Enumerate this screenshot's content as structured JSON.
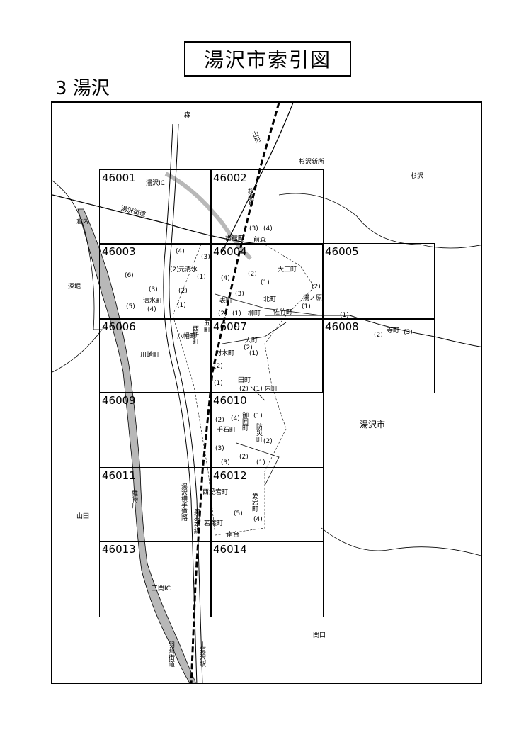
{
  "title": "湯沢市索引図",
  "subtitle": "3 湯沢",
  "cells": [
    {
      "id": "46001"
    },
    {
      "id": "46002"
    },
    {
      "id": "46003"
    },
    {
      "id": "46004"
    },
    {
      "id": "46005"
    },
    {
      "id": "46006"
    },
    {
      "id": "46007"
    },
    {
      "id": "46008"
    },
    {
      "id": "46009"
    },
    {
      "id": "46010"
    },
    {
      "id": "46011"
    },
    {
      "id": "46012"
    },
    {
      "id": "46013"
    },
    {
      "id": "46014"
    }
  ],
  "places": {
    "mori": "森",
    "yuzawa_ic": "湯沢IC",
    "sugisawa_shinsho": "杉沢新所",
    "sugisawa": "杉沢",
    "kurauchi": "倉内",
    "fukahori": "深堀",
    "yuzawa_kaido": "湯沢街道",
    "motoshimizu": "元清水",
    "shimizumachi": "清水町",
    "ootakumachi": "大工町",
    "yunohara": "湯ノ原",
    "omotemachi": "表町",
    "yanagimachi": "柳町",
    "kitamachi": "北町",
    "satakemachi": "佐竹町",
    "rokucho": "桜通り",
    "maemori": "前森",
    "furudatemachi": "古館町",
    "nishishinmachi": "西新町",
    "yaemachi": "八幡町",
    "kawasakimachi": "川崎町",
    "gomachi": "五町",
    "omachi": "大町",
    "zaimokumachi": "材木町",
    "tamachi": "田町",
    "uchimachi": "内町",
    "sakimachi": "寺町",
    "yuzawashi": "湯沢市",
    "senkokumachi": "千石町",
    "goyokuramachi": "御囲町",
    "bosenmachi": "防災町",
    "nishiatagomachi": "西愛宕町",
    "atagomachi": "愛宕町",
    "wakamatsumachi": "若葉町",
    "minamidai": "南台",
    "yamada": "山田",
    "ohgachi": "雄物川",
    "yokote_expwy": "湯沢横手道路",
    "ou_line": "奥羽本線",
    "sanseki_ic": "三関IC",
    "sekiguchi": "関口",
    "kamiyuzawa": "上湯沢駅",
    "akita_kaido": "羽州街道",
    "nitta": "山形"
  },
  "subdivisions": {
    "n1": "(1)",
    "n2": "(2)",
    "n3": "(3)",
    "n4": "(4)",
    "n5": "(5)",
    "n6": "(6)"
  }
}
